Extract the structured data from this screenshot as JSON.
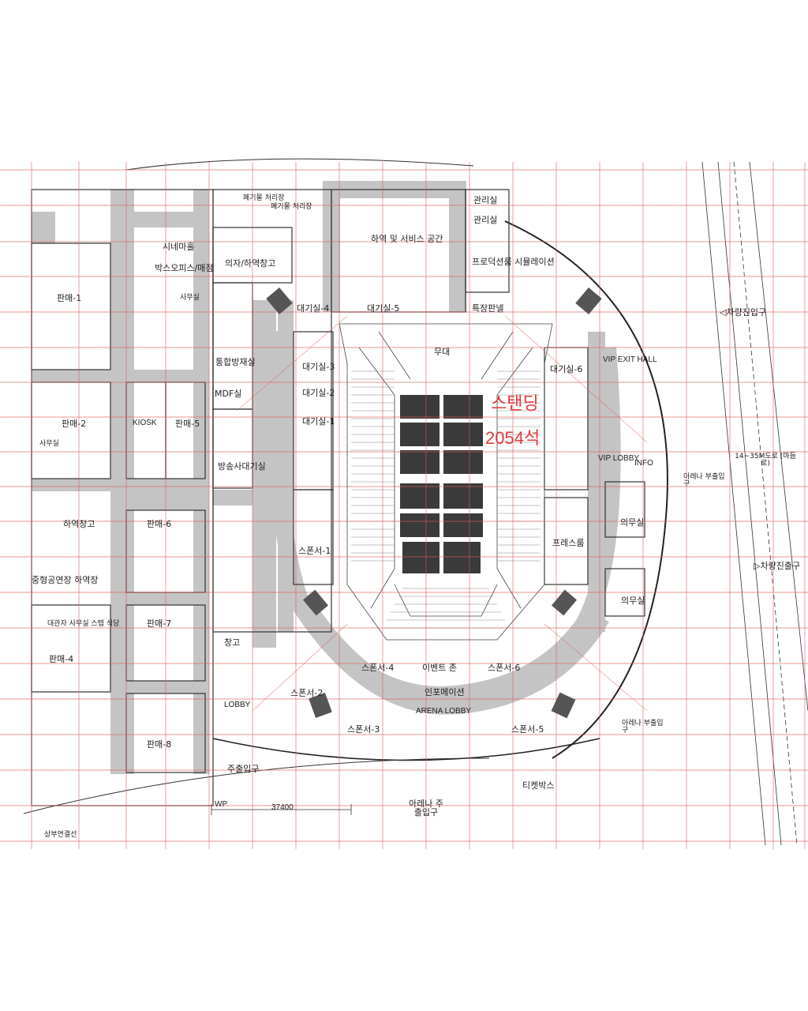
{
  "colors": {
    "grid": "#e05a5a",
    "wall": "#9a9a9a",
    "corridor": "#c9c9c9",
    "line": "#333333",
    "accent": "#e23b3b"
  },
  "annotation": {
    "line1": "스탠딩",
    "line2": "2054석"
  },
  "dimension": {
    "wp": "WP",
    "value": "37400"
  },
  "rooms": {
    "unload": "하역 및 서비스 공간",
    "stage": "무대",
    "mgmt1": "관리실",
    "mgmt2": "관리실",
    "production": "프로덕션룸 시뮬레이션",
    "special_office": "특장판넬",
    "waiting5": "대기실-5",
    "waiting4": "대기실-4",
    "waiting3": "대기실-3",
    "waiting2": "대기실-2",
    "waiting1": "대기실-1",
    "waiting6": "대기실-6",
    "sponsor1": "스폰서-1",
    "sponsor2": "스폰서-2",
    "sponsor3": "스폰서-3",
    "sponsor4": "스폰서-4",
    "sponsor5": "스폰서-5",
    "sponsor6": "스폰서-6",
    "event_zone": "이벤트 존",
    "info": "인포메이션",
    "arena_lobby": "ARENA LOBBY",
    "ticket": "티켓박스",
    "press": "프레스룸",
    "medical1": "의무실",
    "medical2": "의무실",
    "vip_lobby": "VIP LOBBY",
    "vip_info": "INFO",
    "vip_hall": "VIP EXIT HALL",
    "sale1": "판매-1",
    "sale2": "판매-2",
    "sale4": "판매-4",
    "sale5": "판매-5",
    "sale6": "판매-6",
    "sale7": "판매-7",
    "sale8": "판매-8",
    "kiosk": "KIOSK",
    "cinema": "시네마홀",
    "box_office": "박스오피스/매점",
    "mdf": "MDF실",
    "broadcast": "방송사대기실",
    "unload_store": "하역창고",
    "hall_unload": "중형공연장 하역장",
    "lobby": "LOBBY",
    "storage": "창고",
    "facility": "의자/하역창고",
    "waste1": "폐기물 처리장",
    "waste2": "폐기물 처리장",
    "comm": "통합방재실",
    "office": "사무실",
    "dept": "사무실",
    "general_cafe": "대관자 사무실 스텝 식당"
  },
  "entrances": {
    "vehicle_in": "◁차량진입구",
    "vehicle_out": "▷차량진출구",
    "arena_sub1": "아레나 부출입구",
    "arena_sub2": "아레나 부출입구",
    "main_entry": "주출입구",
    "arena_main": "아레나 주출입구",
    "road": "14~35M도로 (마듬로)",
    "line": "상부연결선"
  }
}
